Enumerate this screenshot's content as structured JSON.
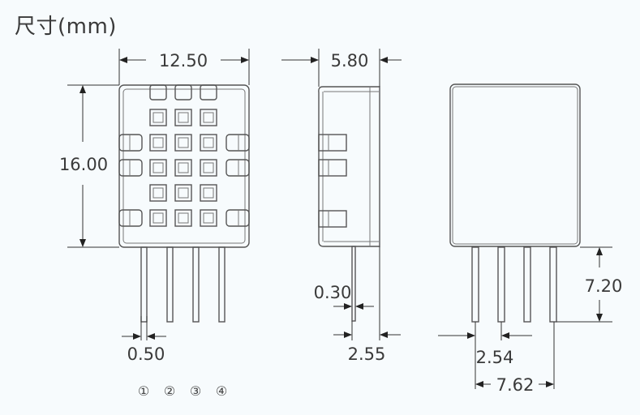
{
  "title": "尺寸(mm)",
  "front_view": {
    "width_label": "12.50",
    "height_label": "16.00",
    "pin_width_label": "0.50",
    "pin_numbers": [
      "①",
      "②",
      "③",
      "④"
    ]
  },
  "side_view": {
    "depth_label": "5.80",
    "pin_thickness_label": "0.30",
    "pin_offset_label": "2.55"
  },
  "back_view": {
    "pin_length_label": "7.20",
    "pin_pitch_label": "2.54",
    "pin_span_label": "7.62"
  },
  "colors": {
    "background": "#f7fbfd",
    "line": "#555555",
    "text": "#3a3a3a"
  }
}
